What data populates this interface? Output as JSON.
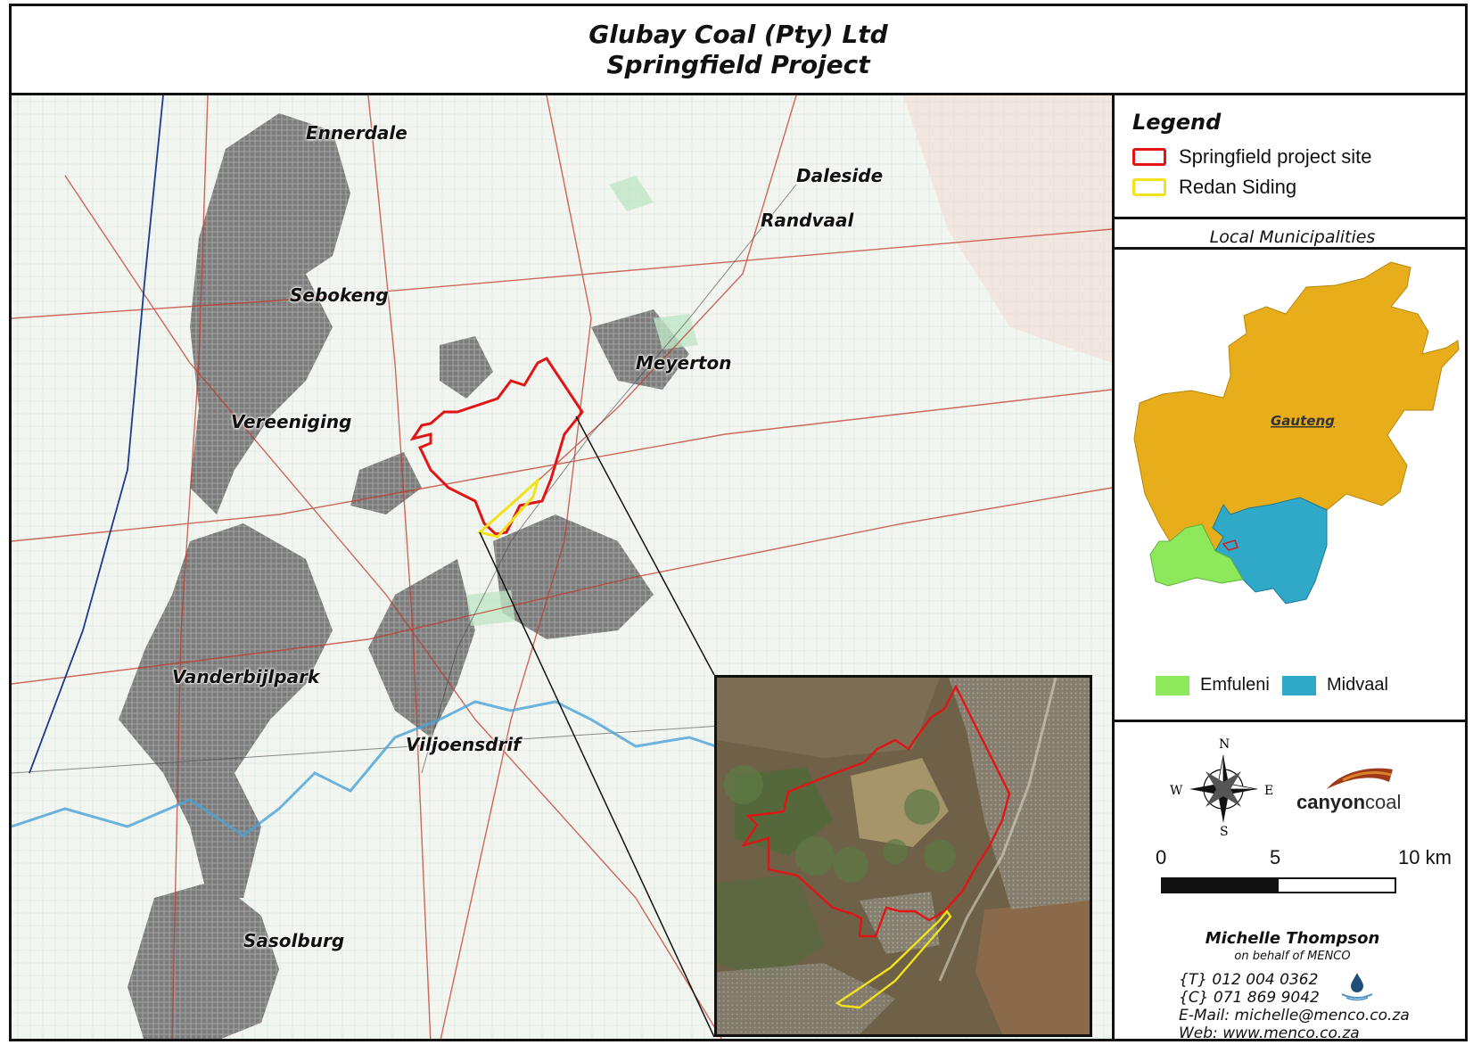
{
  "title": {
    "line1": "Glubay Coal (Pty) Ltd",
    "line2": "Springfield Project"
  },
  "map": {
    "places": [
      {
        "id": "ennerdale",
        "label": "Ennerdale"
      },
      {
        "id": "daleside",
        "label": "Daleside"
      },
      {
        "id": "randvaal",
        "label": "Randvaal"
      },
      {
        "id": "sebokeng",
        "label": "Sebokeng"
      },
      {
        "id": "meyerton",
        "label": "Meyerton"
      },
      {
        "id": "vereeniging",
        "label": "Vereeniging"
      },
      {
        "id": "vanderbijlpark",
        "label": "Vanderbijlpark"
      },
      {
        "id": "viljoensdrif",
        "label": "Viljoensdrif"
      },
      {
        "id": "sasolburg",
        "label": "Sasolburg"
      }
    ],
    "colors": {
      "project_site": "#e01515",
      "siding": "#f2e21b",
      "river": "#4aa3d8",
      "urban": "#7a7a7a",
      "roads": "#c0392b"
    }
  },
  "legend": {
    "title": "Legend",
    "items": [
      {
        "label": "Springfield project site",
        "color": "#e01515"
      },
      {
        "label": "Redan Siding",
        "color": "#f2e21b"
      }
    ]
  },
  "municipalities": {
    "title": "Local Municipalities",
    "region_label": "Gauteng",
    "colors": {
      "gauteng": "#e8ad1a",
      "emfuleni": "#8ee85c",
      "midvaal": "#30a8c8"
    },
    "items": [
      {
        "label": "Emfuleni",
        "color": "#8ee85c"
      },
      {
        "label": "Midvaal",
        "color": "#30a8c8"
      }
    ]
  },
  "compass": {
    "n": "N",
    "s": "S",
    "e": "E",
    "w": "W"
  },
  "brand": {
    "part1": "canyon",
    "part2": "coal"
  },
  "scale_bar": {
    "labels": [
      "0",
      "5",
      "10 km"
    ]
  },
  "credit": {
    "name": "Michelle Thompson",
    "subtitle": "on behalf of MENCO",
    "phone_t": "{T} 012 004 0362",
    "phone_c": "{C} 071 869 9042",
    "email": "E-Mail: michelle@menco.co.za",
    "web": "Web: www.menco.co.za"
  }
}
